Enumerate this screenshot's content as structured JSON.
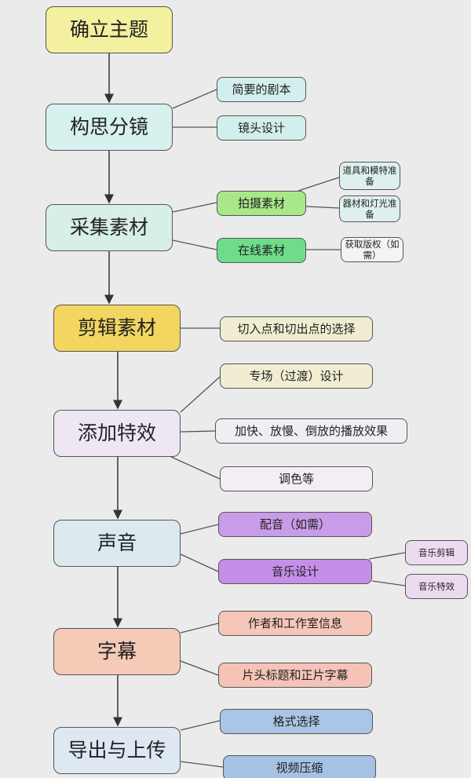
{
  "main_steps": [
    {
      "label": "确立主题",
      "color": "#f3f0a0"
    },
    {
      "label": "构思分镜",
      "color": "#d6f1ee"
    },
    {
      "label": "采集素材",
      "color": "#d8efe6"
    },
    {
      "label": "剪辑素材",
      "color": "#f2d660"
    },
    {
      "label": "添加特效",
      "color": "#eee6f2"
    },
    {
      "label": "声音",
      "color": "#dceaf0"
    },
    {
      "label": "字幕",
      "color": "#f5cbb8"
    },
    {
      "label": "导出与上传",
      "color": "#dde8f2"
    }
  ],
  "sub": {
    "storyboard": [
      "简要的剧本",
      "镜头设计"
    ],
    "collect": [
      "拍摄素材",
      "在线素材"
    ],
    "shoot": [
      "道具和模特准备",
      "器材和灯光准备"
    ],
    "online": [
      "获取版权（如需）"
    ],
    "edit": [
      "切入点和切出点的选择"
    ],
    "effects": [
      "专场（过渡）设计",
      "加快、放慢、倒放的播放效果",
      "调色等"
    ],
    "sound": [
      "配音（如需）",
      "音乐设计"
    ],
    "music": [
      "音乐剪辑",
      "音乐特效"
    ],
    "subtitle": [
      "作者和工作室信息",
      "片头标题和正片字幕"
    ],
    "export": [
      "格式选择",
      "视频压缩"
    ]
  }
}
